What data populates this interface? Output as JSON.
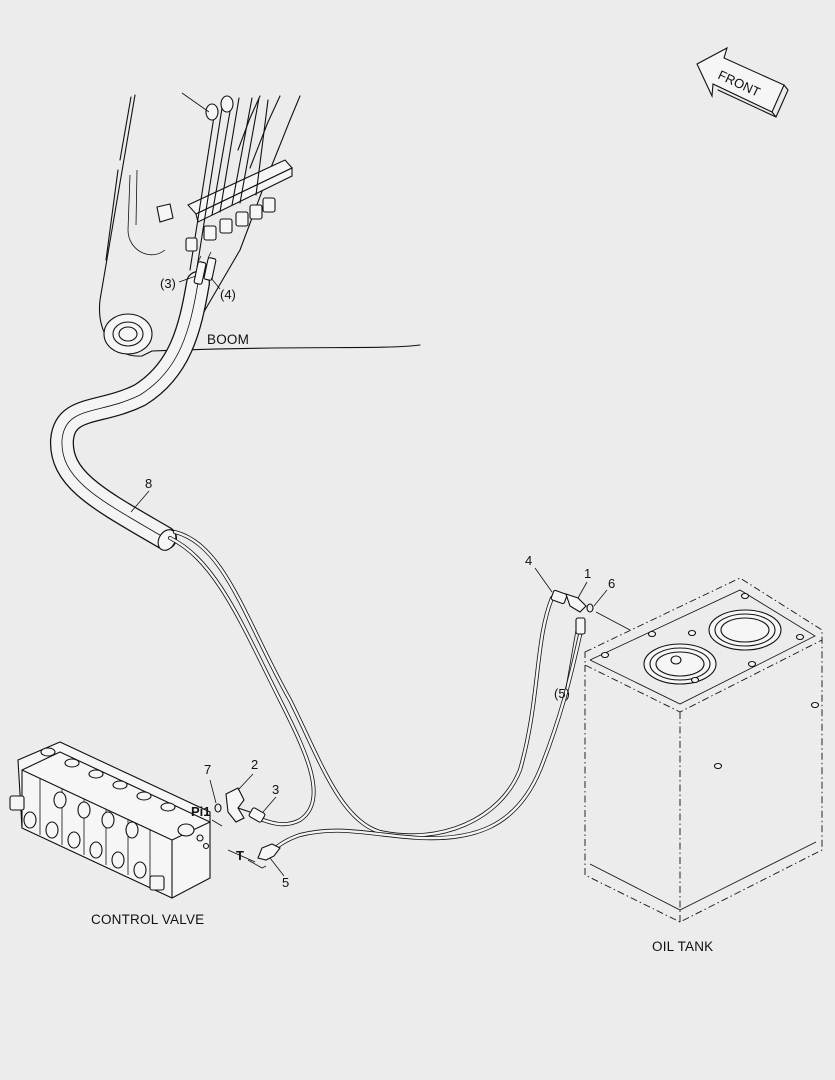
{
  "direction_arrow": {
    "label": "FRONT"
  },
  "assemblies": {
    "boom": "BOOM",
    "control_valve": "CONTROL VALVE",
    "oil_tank": "OIL TANK"
  },
  "ports": {
    "pilot": "Pi1",
    "tank": "T"
  },
  "callouts": {
    "c1": "1",
    "c2": "2",
    "c3": "3",
    "c4": "4",
    "c5": "5",
    "c6": "6",
    "c7": "7",
    "c8": "8",
    "c3_ref": "(3)",
    "c4_ref": "(4)",
    "c5_ref": "(5)"
  }
}
